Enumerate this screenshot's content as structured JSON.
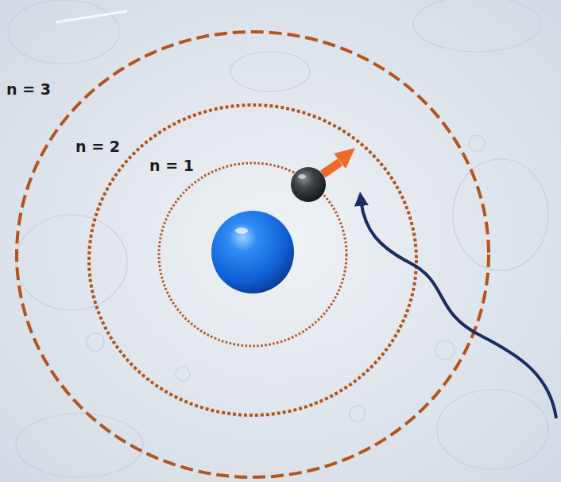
{
  "diagram": {
    "labels": [
      "n = 3",
      "n = 2",
      "n = 1"
    ]
  }
}
